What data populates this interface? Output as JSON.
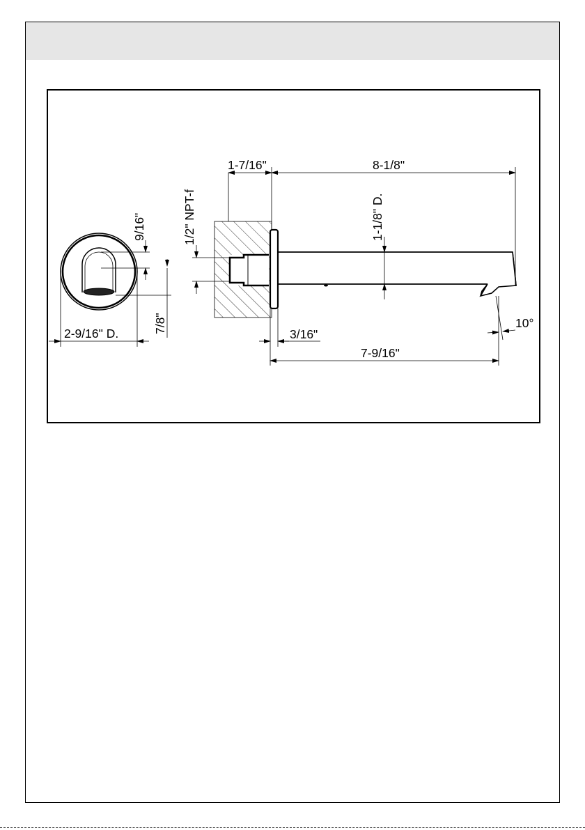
{
  "drawing": {
    "dimensions": {
      "flange_diameter": "2-9/16\" D.",
      "outlet_height": "9/16\"",
      "outlet_width": "7/8\"",
      "inlet_thread": "1/2\" NPT-f",
      "wall_depth": "1-7/16\"",
      "total_length": "8-1/8\"",
      "spout_diameter": "1-1/8\" D.",
      "flange_thickness": "3/16\"",
      "projection": "7-9/16\"",
      "spout_angle": "10°"
    }
  }
}
